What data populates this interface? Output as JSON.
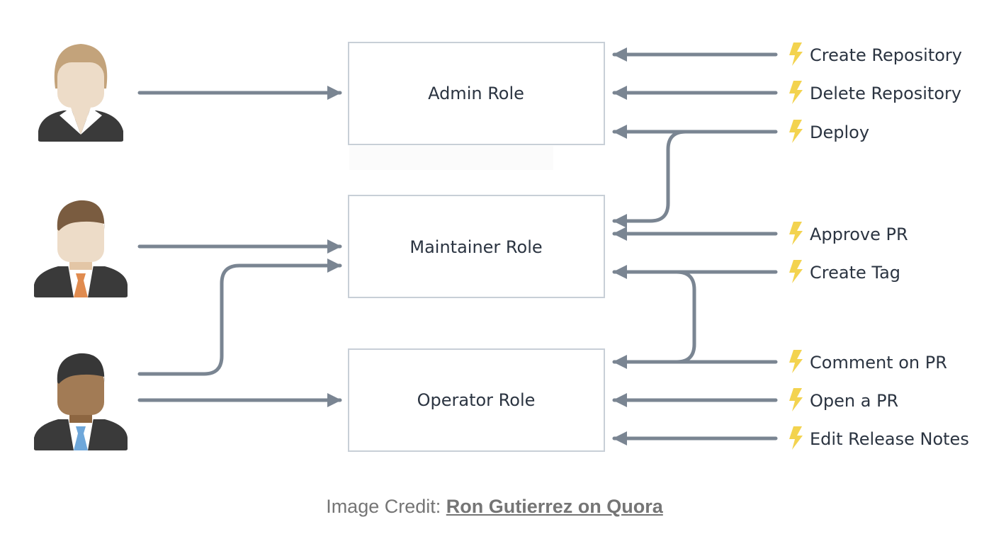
{
  "roles": {
    "admin": "Admin Role",
    "maintainer": "Maintainer Role",
    "operator": "Operator Role"
  },
  "permissions": [
    "Create Repository",
    "Delete Repository",
    "Deploy",
    "Approve PR",
    "Create Tag",
    "Comment on PR",
    "Open a PR",
    "Edit Release Notes"
  ],
  "users": [
    {
      "icon": "female-user-icon",
      "hair_color": "#c3a37b",
      "skin_color": "#eddcc8"
    },
    {
      "icon": "male-user-icon",
      "hair_color": "#7a5c40",
      "skin_color": "#eddcc8",
      "tie_color": "#e08b4f"
    },
    {
      "icon": "male-user-dark-icon",
      "hair_color": "#373737",
      "skin_color": "#a27b55",
      "tie_color": "#6ea7da"
    }
  ],
  "icons": {
    "permission_icon": "lightning-bolt-icon"
  },
  "colors": {
    "connector": "#7a8592",
    "box_border": "#c8cfd7",
    "bolt": "#f3d34f",
    "suit": "#3a3a3a"
  },
  "caption": {
    "prefix": "Image Credit: ",
    "link_text": "Ron Gutierrez on Quora"
  }
}
